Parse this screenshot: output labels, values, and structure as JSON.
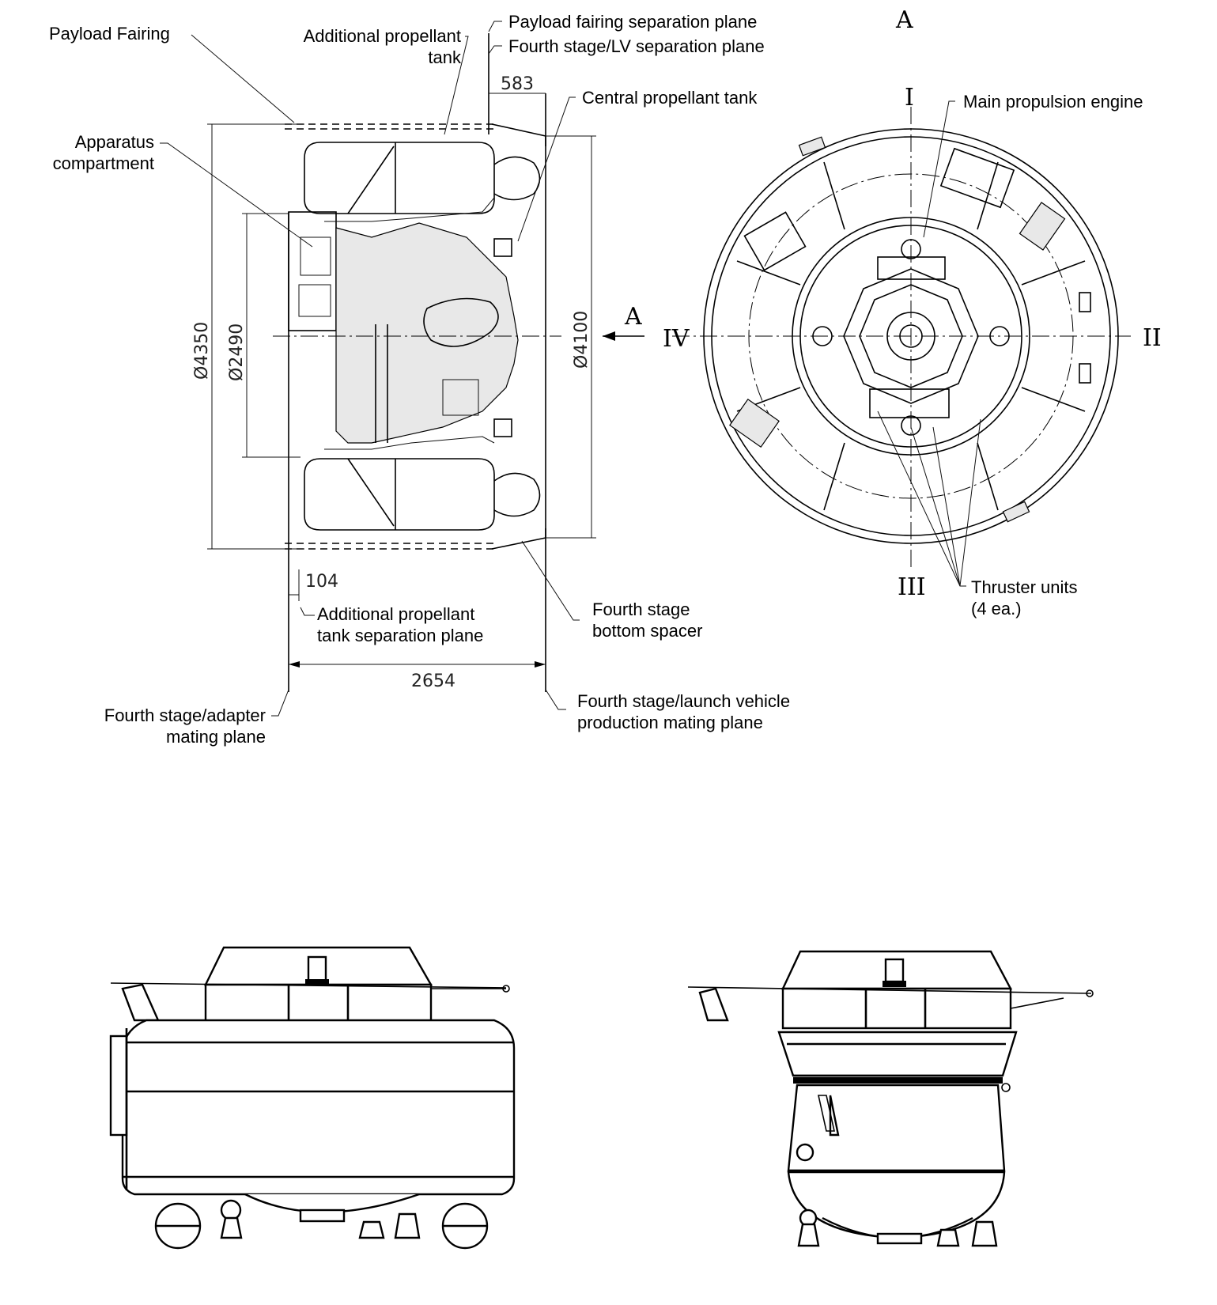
{
  "labels": {
    "payload_fairing": "Payload Fairing",
    "additional_tank_l1": "Additional propellant",
    "additional_tank_l2": "tank",
    "fairing_sep_plane": "Payload fairing separation plane",
    "fourth_stage_lv_sep": "Fourth stage/LV separation plane",
    "apparatus_l1": "Apparatus",
    "apparatus_l2": "compartment",
    "central_tank": "Central propellant tank",
    "main_engine": "Main propulsion engine",
    "tank_sep_l1": "Additional propellant",
    "tank_sep_l2": "tank separation plane",
    "bottom_spacer_l1": "Fourth stage",
    "bottom_spacer_l2": "bottom spacer",
    "adapter_mating_l1": "Fourth stage/adapter",
    "adapter_mating_l2": "mating plane",
    "production_mating_l1": "Fourth stage/launch vehicle",
    "production_mating_l2": "production mating plane",
    "thruster_l1": "Thruster units",
    "thruster_l2": "(4 ea.)"
  },
  "dimensions": {
    "d583": "583",
    "d4350": "Ø4350",
    "d2490": "Ø2490",
    "d4100": "Ø4100",
    "d104": "104",
    "d2654": "2654"
  },
  "view_markers": {
    "view_a_top": "A",
    "view_a_arrow": "A",
    "axis_i": "I",
    "axis_ii": "II",
    "axis_iii": "III",
    "axis_iv": "IV"
  }
}
